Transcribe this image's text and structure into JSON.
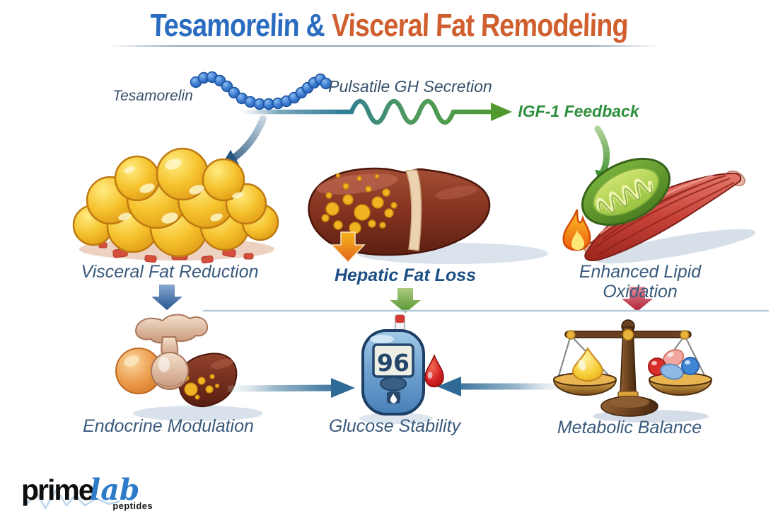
{
  "title": {
    "blue_text": "Tesamorelin &",
    "orange_text": "Visceral Fat Remodeling"
  },
  "top_flow": {
    "tesamorelin_label": "Tesamorelin",
    "gh_secretion_label": "Pulsatile GH Secretion",
    "igf_feedback_label": "IGF-1 Feedback"
  },
  "mechanism_labels": {
    "visceral": "Visceral Fat Reduction",
    "hepatic": "Hepatic Fat Loss",
    "lipid": "Enhanced Lipid Oxidation"
  },
  "outcome_labels": {
    "endocrine": "Endocrine Modulation",
    "glucose": "Glucose Stability",
    "metabolic": "Metabolic Balance"
  },
  "glucose_meter": {
    "reading": "96"
  },
  "logo": {
    "prime": "prime",
    "lab": "lab",
    "tagline": "peptides"
  },
  "colors": {
    "title_blue": "#2a6cbf",
    "title_orange": "#cf5f2e",
    "igf_green": "#2f8f3c",
    "label_slate": "#3a5a7c",
    "hepatic_navy": "#1d4f86",
    "peptide_bead_blue": "#2f6fc4",
    "down_arrow_blue": "#27558f",
    "down_arrow_green": "#55942f",
    "down_arrow_red": "#ae1f33",
    "converge_arrow_teal": "#2f6a96",
    "meter_blue": "#4d86bd",
    "logo_lab_blue": "#2d7ac8"
  }
}
